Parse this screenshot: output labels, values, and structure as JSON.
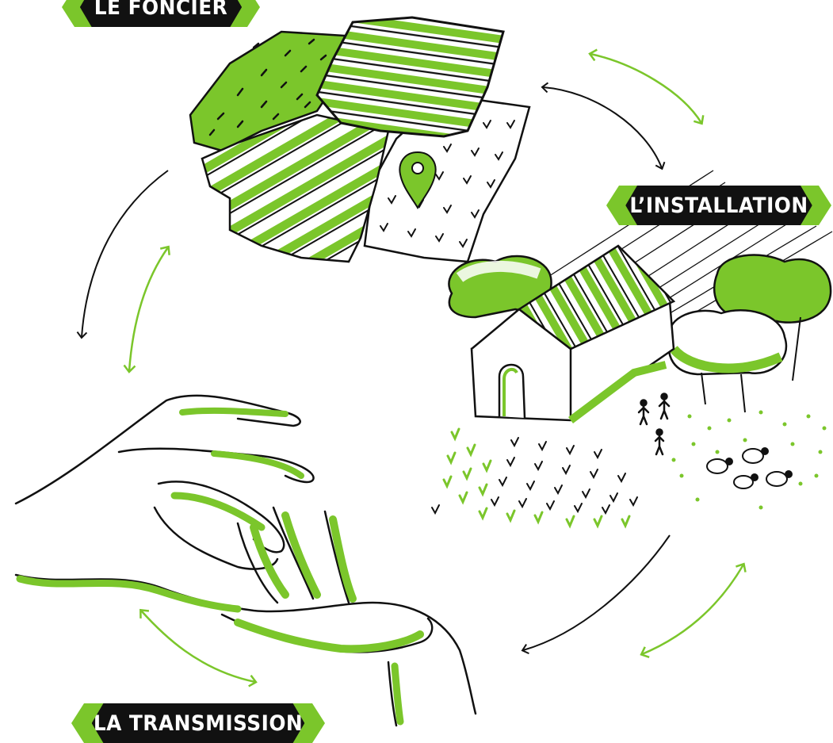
{
  "labels": {
    "foncier": "LE FONCIER",
    "installation": "L’INSTALLATION",
    "transmission": "LA TRANSMISSION"
  },
  "colors": {
    "green": "#7bc62b",
    "ink": "#111111",
    "label_bg": "#111111",
    "label_text": "#ffffff"
  }
}
